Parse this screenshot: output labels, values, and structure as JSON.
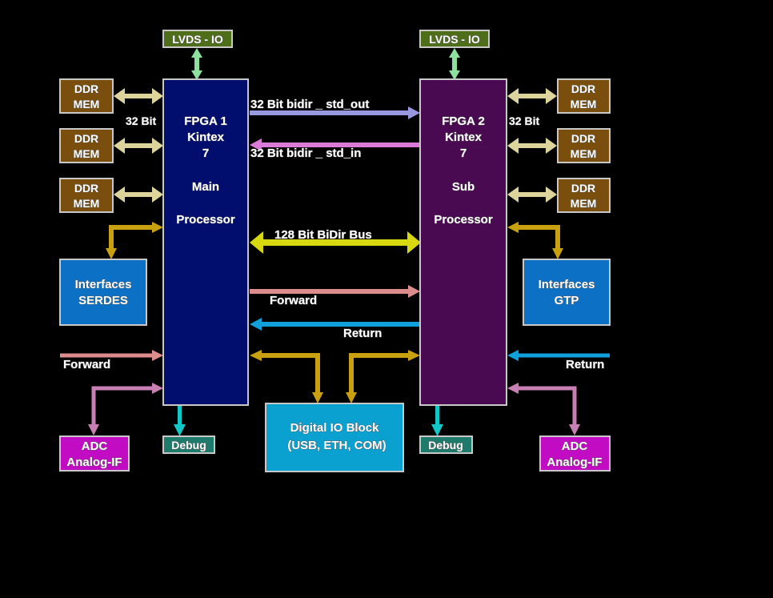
{
  "colors": {
    "background": "#000000",
    "fpga1": "#020e6e",
    "fpga2": "#4a0a52",
    "lvds": "#4e6e1a",
    "ddr": "#7a4e0c",
    "interfaces": "#0c70c4",
    "adc": "#c20cc4",
    "debug": "#1e7a6a",
    "digital_io": "#0aa0d0",
    "arrow_lvds": "#8ee0a0",
    "arrow_ddr": "#dcd49a",
    "arrow_gold": "#c8a010",
    "arrow_out": "#9898e0",
    "arrow_in": "#dc7ad8",
    "arrow_bus": "#d8d810",
    "arrow_forward": "#dc8c8c",
    "arrow_return": "#10a0dc",
    "arrow_adc": "#c880b4",
    "arrow_debug": "#10c8c8"
  },
  "lvds_left": "LVDS - IO",
  "lvds_right": "LVDS - IO",
  "ddr_label": [
    "DDR",
    "MEM"
  ],
  "bit_left": "32 Bit",
  "bit_right": "32 Bit",
  "fpga1": [
    "FPGA 1",
    "Kintex",
    "7",
    "",
    "Main",
    "",
    "Processor"
  ],
  "fpga2": [
    "FPGA 2",
    "Kintex",
    "7",
    "",
    "Sub",
    "",
    "Processor"
  ],
  "bus_out": "32 Bit bidir _ std_out",
  "bus_in": "32 Bit bidir _ std_in",
  "bus_128": "128 Bit BiDir Bus",
  "forward_mid": "Forward",
  "return_mid": "Return",
  "forward_left": "Forward",
  "return_right": "Return",
  "interfaces_left": [
    "Interfaces",
    "SERDES"
  ],
  "interfaces_right": [
    "Interfaces",
    "GTP"
  ],
  "adc_left": [
    "ADC",
    "Analog-IF"
  ],
  "adc_right": [
    "ADC",
    "Analog-IF"
  ],
  "debug_left": "Debug",
  "debug_right": "Debug",
  "digital_io": [
    "Digital IO Block",
    "(USB, ETH, COM)"
  ]
}
